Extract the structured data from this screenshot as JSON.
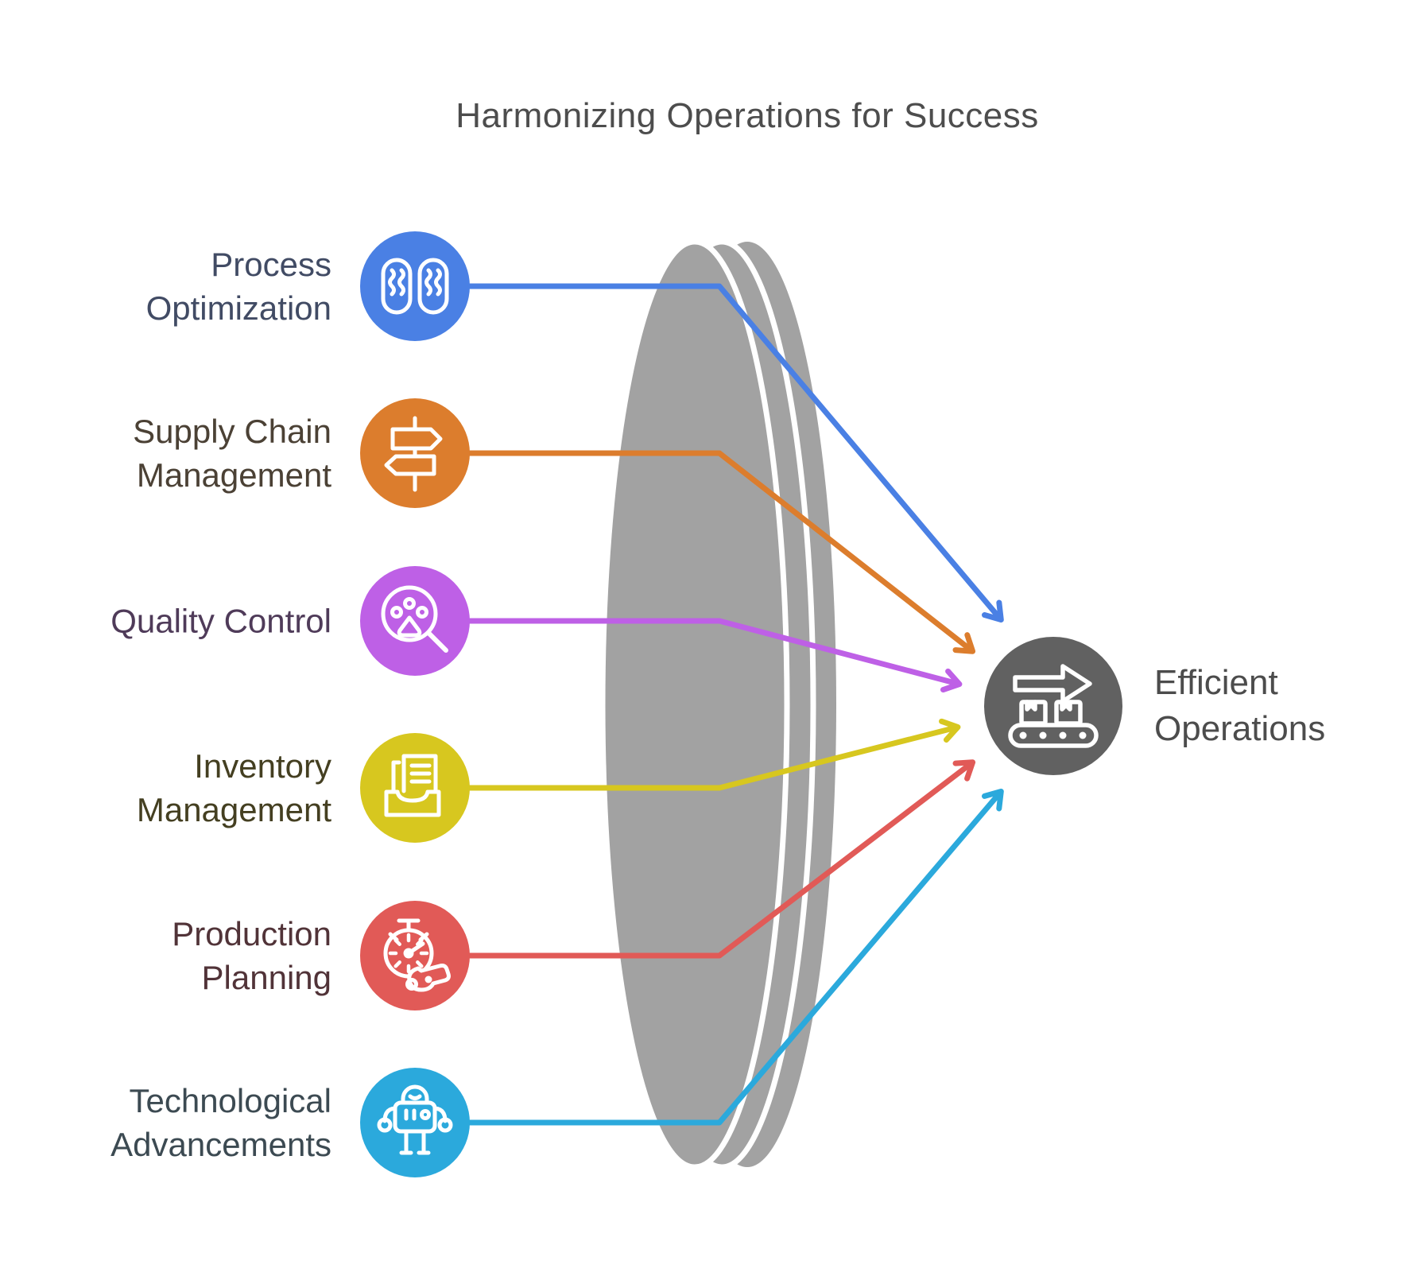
{
  "title": "Harmonizing Operations for Success",
  "title_color": "#4D4D4D",
  "items": [
    {
      "label_lines": [
        "Process",
        "Optimization"
      ],
      "text_color": "#414B64",
      "color": "#4A80E4",
      "icon": "pills-icon"
    },
    {
      "label_lines": [
        "Supply Chain",
        "Management"
      ],
      "text_color": "#4B4135",
      "color": "#DC7D2D",
      "icon": "signpost-icon"
    },
    {
      "label_lines": [
        "Quality Control"
      ],
      "text_color": "#4F3B59",
      "color": "#BE60E6",
      "icon": "paw-search-icon"
    },
    {
      "label_lines": [
        "Inventory",
        "Management"
      ],
      "text_color": "#443F21",
      "color": "#D7C71F",
      "icon": "document-tray-icon"
    },
    {
      "label_lines": [
        "Production",
        "Planning"
      ],
      "text_color": "#513338",
      "color": "#E15A57",
      "icon": "stopwatch-whistle-icon"
    },
    {
      "label_lines": [
        "Technological",
        "Advancements"
      ],
      "text_color": "#3C4A52",
      "color": "#2BA9DC",
      "icon": "robot-icon"
    }
  ],
  "funnel": {
    "color": "#A2A2A2",
    "icon": "lens-shape"
  },
  "result": {
    "label_lines": [
      "Efficient",
      "Operations"
    ],
    "text_color": "#4C4C4C",
    "color": "#616161",
    "icon": "conveyor-arrow-icon"
  }
}
